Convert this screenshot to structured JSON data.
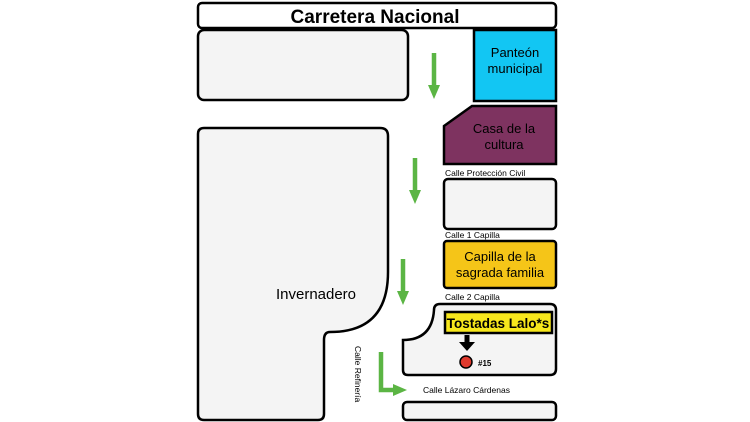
{
  "highway": {
    "label": "Carretera Nacional"
  },
  "landmarks": {
    "panteon": {
      "line1": "Panteón",
      "line2": "municipal",
      "color": "#12C6F3"
    },
    "casa_cultura": {
      "line1": "Casa de la",
      "line2": "cultura",
      "color": "#7E3360"
    },
    "capilla": {
      "line1": "Capilla de la",
      "line2": "sagrada familia",
      "color": "#F5C518"
    },
    "invernadero": {
      "label": "Invernadero"
    },
    "tostadas": {
      "label": "Tostadas Lalo*s",
      "color": "#F7E71C"
    }
  },
  "streets": {
    "proteccion_civil": "Calle Protección Civil",
    "capilla_1": "Calle 1 Capilla",
    "capilla_2": "Calle 2 Capilla",
    "refineria": "Calle Refinería",
    "lazaro_cardenas": "Calle Lázaro Cárdenas"
  },
  "destination": {
    "number": "#15",
    "marker_color": "#E03A2E"
  },
  "colors": {
    "block_fill": "#F4F4F4",
    "route_arrow": "#5BB544",
    "outline": "#000000"
  }
}
